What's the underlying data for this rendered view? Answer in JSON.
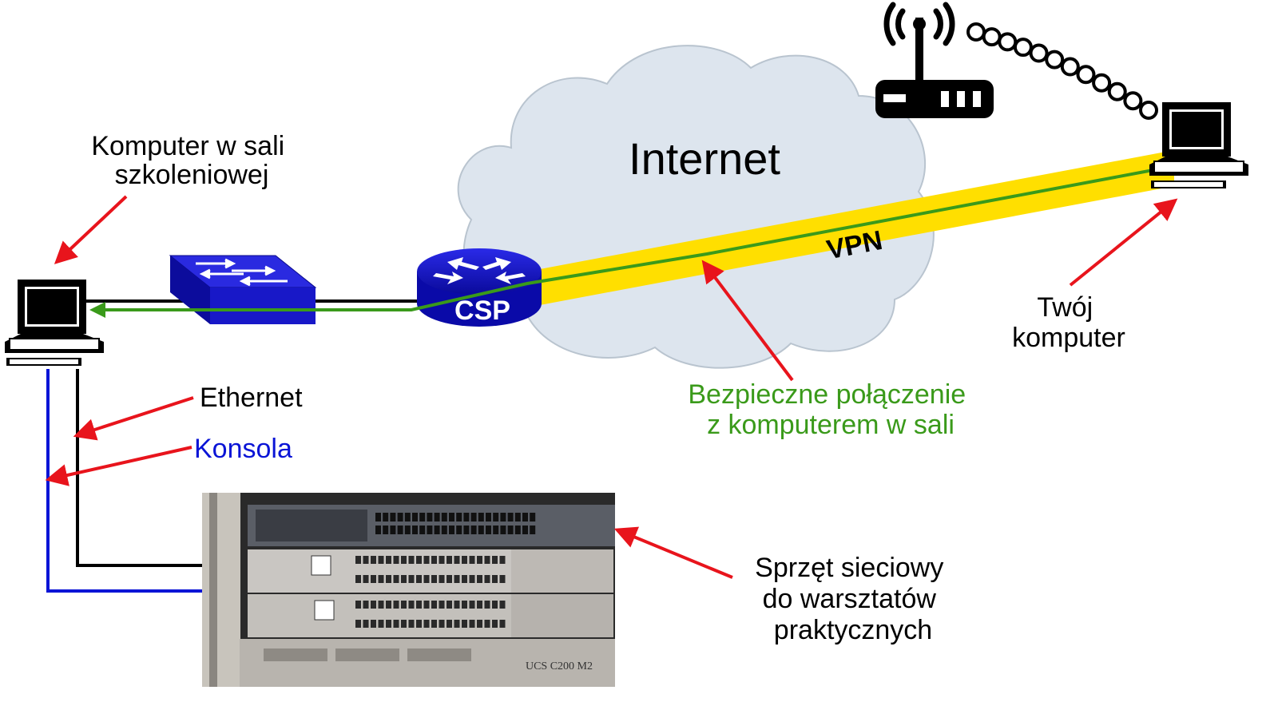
{
  "labels": {
    "classroom_pc": [
      "Komputer w sali",
      "szkoleniowej"
    ],
    "internet": "Internet",
    "vpn": "VPN",
    "router": "CSP",
    "your_pc": [
      "Twój",
      "komputer"
    ],
    "ethernet": "Ethernet",
    "console": "Konsola",
    "secure_connection": [
      "Bezpieczne połączenie",
      "z komputerem w sali"
    ],
    "lab_equipment": [
      "Sprzęt sieciowy",
      "do warsztatów",
      "praktycznych"
    ],
    "rack_model": "UCS C200 M2"
  },
  "colors": {
    "annotation_arrow": "#e8141c",
    "vpn_tunnel": "#ffdf00",
    "secure_link": "#3a9a1a",
    "ethernet_cable": "#000000",
    "console_cable": "#0a14d6",
    "cloud_fill": "#dde5ee",
    "cloud_stroke": "#b9c4cf",
    "device_blue": "#1414c8",
    "text_green": "#3a9a1a",
    "text_blue": "#0a14d6"
  },
  "icons": {
    "classroom_pc": "desktop-computer-icon",
    "remote_pc": "desktop-computer-icon",
    "switch": "network-switch-icon",
    "router": "router-icon",
    "wifi_router": "wireless-router-icon",
    "cloud": "cloud-icon"
  }
}
